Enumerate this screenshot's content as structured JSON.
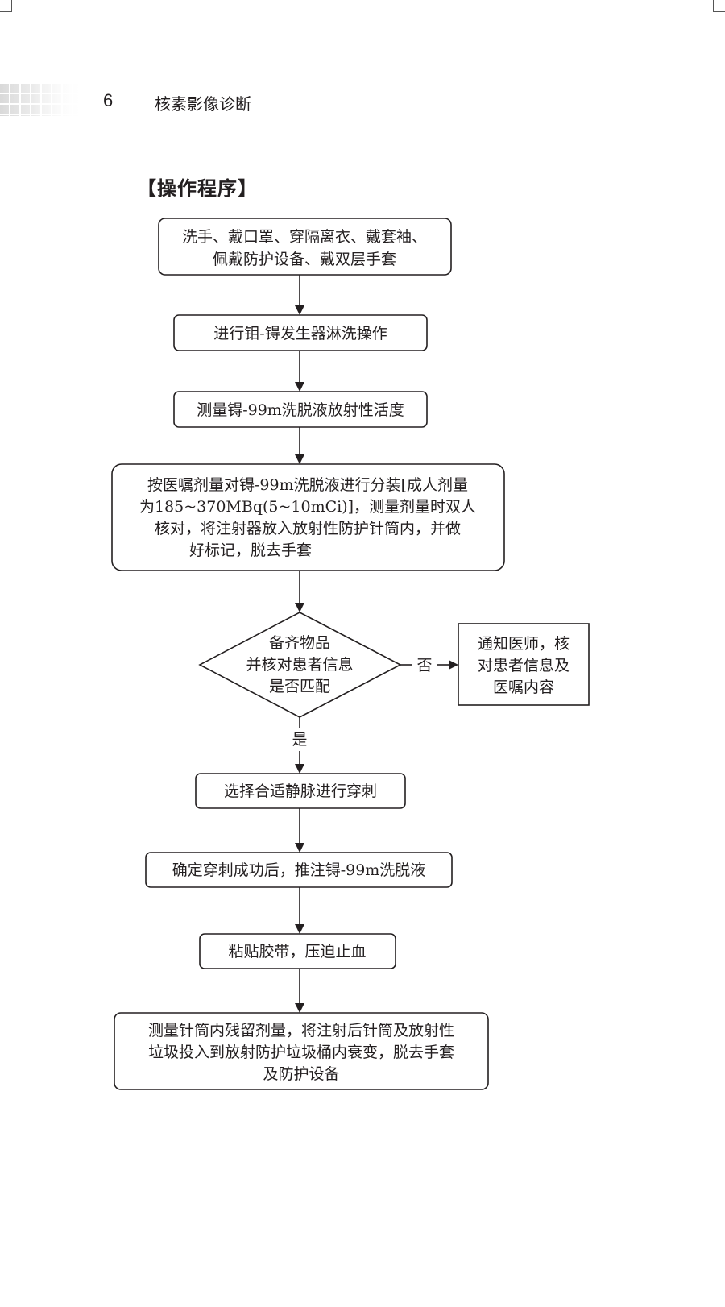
{
  "header": {
    "page_number": "6",
    "running_title": "核素影像诊断"
  },
  "section_title": "【操作程序】",
  "flow": {
    "step1": [
      "洗手、戴口罩、穿隔离衣、戴套袖、",
      "佩戴防护设备、戴双层手套"
    ],
    "step2": [
      "进行钼-锝发生器淋洗操作"
    ],
    "step3": [
      "测量锝-99m洗脱液放射性活度"
    ],
    "step4": [
      "按医嘱剂量对锝-99m洗脱液进行分装[成人剂量",
      "为185~370MBq(5~10mCi)]，测量剂量时双人",
      "核对，将注射器放入放射性防护针筒内，并做",
      "好标记，脱去手套"
    ],
    "decision": [
      "备齐物品",
      "并核对患者信息",
      "是否匹配"
    ],
    "no_label": "否",
    "no_branch": [
      "通知医师，核",
      "对患者信息及",
      "医嘱内容"
    ],
    "yes_label": "是",
    "step5": [
      "选择合适静脉进行穿刺"
    ],
    "step6": [
      "确定穿刺成功后，推注锝-99m洗脱液"
    ],
    "step7": [
      "粘贴胶带，压迫止血"
    ],
    "step8": [
      "测量针筒内残留剂量，将注射后针筒及放射性",
      "垃圾投入到放射防护垃圾桶内衰变，脱去手套",
      "及防护设备"
    ]
  }
}
